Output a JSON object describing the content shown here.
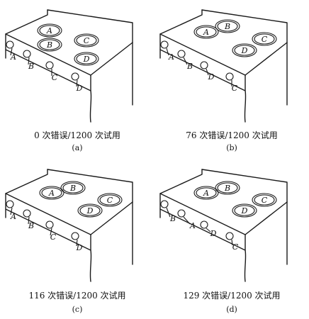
{
  "panels": [
    {
      "id": "a",
      "caption": "0 次错误/1200 次试用",
      "sublabel": "(a)",
      "burners": [
        "A",
        "B",
        "C",
        "D"
      ],
      "knobs": [
        "A",
        "B",
        "C",
        "D"
      ]
    },
    {
      "id": "b",
      "caption": "76 次错误/1200 次试用",
      "sublabel": "(b)",
      "burners": [
        "A",
        "B",
        "C",
        "D"
      ],
      "knobs": [
        "A",
        "B",
        "D",
        "C"
      ]
    },
    {
      "id": "c",
      "caption": "116 次错误/1200 次试用",
      "sublabel": "(c)",
      "burners": [
        "A",
        "B",
        "C",
        "D"
      ],
      "knobs": [
        "A",
        "B",
        "C",
        "D"
      ]
    },
    {
      "id": "d",
      "caption": "129 次错误/1200 次试用",
      "sublabel": "(d)",
      "burners": [
        "A",
        "B",
        "C",
        "D"
      ],
      "knobs": [
        "B",
        "A",
        "D",
        "C"
      ]
    }
  ]
}
